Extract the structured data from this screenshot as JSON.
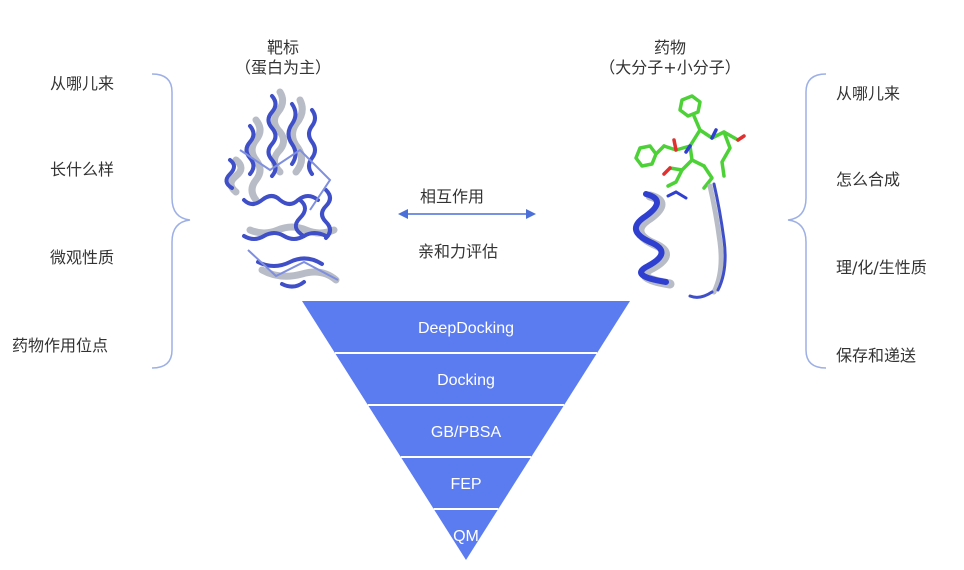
{
  "target": {
    "title": "靶标",
    "subtitle": "（蛋白为主）",
    "questions": [
      "从哪儿来",
      "长什么样",
      "微观性质",
      "药物作用位点"
    ]
  },
  "drug": {
    "title": "药物",
    "subtitle": "（大分子+小分子）",
    "questions": [
      "从哪儿来",
      "怎么合成",
      "理/化/生性质",
      "保存和递送"
    ]
  },
  "interaction": {
    "label_top": "相互作用",
    "label_bottom": "亲和力评估"
  },
  "funnel": {
    "color": "#5b7bf0",
    "levels": [
      "DeepDocking",
      "Docking",
      "GB/PBSA",
      "FEP",
      "QM"
    ]
  },
  "colors": {
    "bracket": "#9db0e6",
    "arrow": "#4a6fd8",
    "protein_blue": "#3f4fc8",
    "protein_gray": "#b8bcc6",
    "ligand_green": "#4cd137",
    "ligand_red": "#e03030",
    "ligand_blue": "#2f3fd0"
  }
}
